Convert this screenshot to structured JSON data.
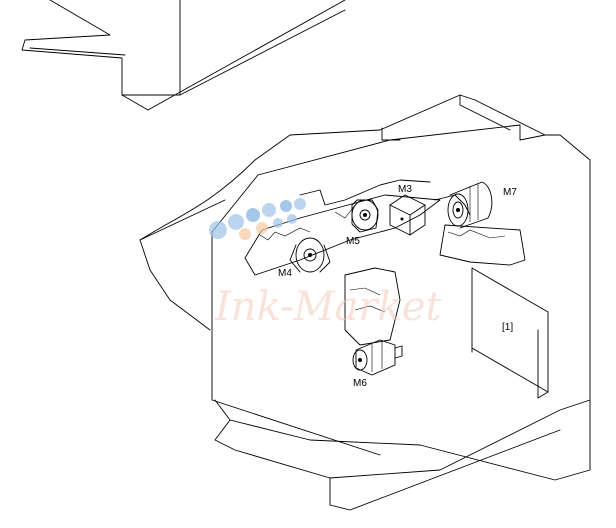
{
  "labels": {
    "m3": "M3",
    "m4": "M4",
    "m5": "M5",
    "m6": "M6",
    "m7": "M7",
    "part1": "[1]"
  },
  "watermark": {
    "text": "Ink-Market",
    "text_color": "#f2c9b8",
    "dot_colors": [
      "#9fc4e8",
      "#f7c9a6",
      "#7fb0e0"
    ]
  }
}
